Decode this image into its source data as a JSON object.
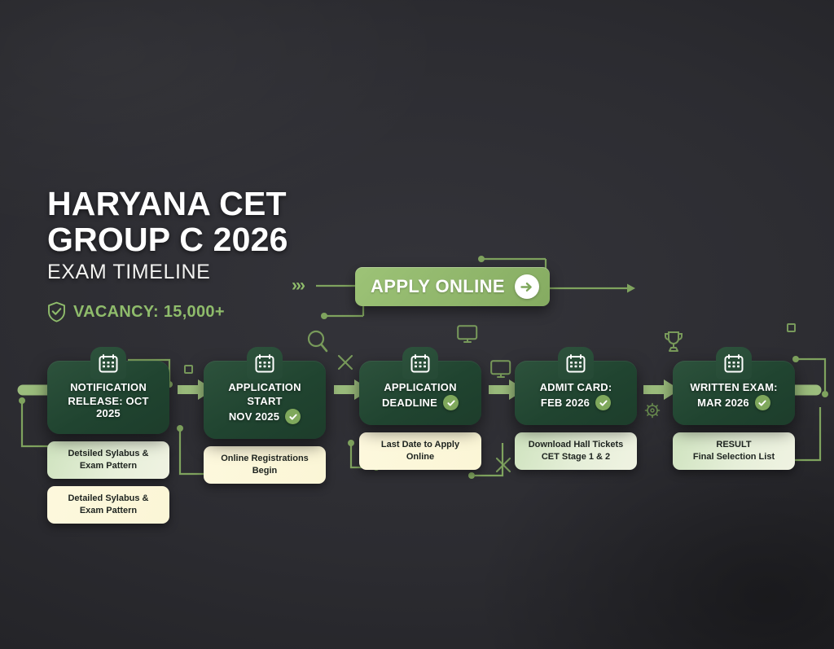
{
  "theme": {
    "background": "#2c2c31",
    "accent_green": "#8fbc6b",
    "node_dark_green": "#224631",
    "caption_mint": "#d7e8c6",
    "caption_cream": "#fbf6d6",
    "title_white": "#ffffff",
    "check_green": "#7fa85c",
    "connector_green": "#7fa35e"
  },
  "header": {
    "title_line1": "HARYANA CET",
    "title_line2": "GROUP C 2026",
    "subtitle": "EXAM TIMELINE",
    "vacancy_label": "VACANCY: 15,000+",
    "vacancy_icon": "shield-check-icon"
  },
  "apply": {
    "label": "APPLY ONLINE",
    "arrow_icon": "arrow-right-circle-icon",
    "leading_icon": "triple-chevron-right-icon"
  },
  "timeline": {
    "nodes": [
      {
        "icon": "calendar-icon",
        "title": "NOTIFICATION",
        "date": "RELEASE: OCT 2025",
        "has_check": false,
        "captions": [
          {
            "text_line1": "Detsiled Sylabus &",
            "text_line2": "Exam Pattern",
            "style": "mint"
          },
          {
            "text_line1": "Detailed Sylabus &",
            "text_line2": "Exam Pattern",
            "style": "cream"
          }
        ]
      },
      {
        "icon": "calendar-icon",
        "title": "APPLICATION START",
        "date": "NOV 2025",
        "has_check": true,
        "captions": [
          {
            "text_line1": "Online Registrations",
            "text_line2": "Begin",
            "style": "cream"
          }
        ]
      },
      {
        "icon": "calendar-icon",
        "title": "APPLICATION",
        "date": "DEADLINE",
        "has_check": true,
        "captions": [
          {
            "text_line1": "Last Date to Apply",
            "text_line2": "Online",
            "style": "cream"
          }
        ]
      },
      {
        "icon": "calendar-icon",
        "title": "ADMIT CARD:",
        "date": "FEB 2026",
        "has_check": true,
        "captions": [
          {
            "text_line1": "Download Hall Tickets",
            "text_line2": "CET Stage 1 & 2",
            "style": "mint"
          }
        ]
      },
      {
        "icon": "calendar-icon",
        "title": "WRITTEN EXAM:",
        "date": "MAR 2026",
        "has_check": true,
        "captions": [
          {
            "text_line1": "RESULT",
            "text_line2": "Final Selection List",
            "style": "mint"
          }
        ]
      }
    ]
  },
  "decorations": [
    {
      "icon": "magnifier-icon"
    },
    {
      "icon": "sparkle-cross-icon"
    },
    {
      "icon": "monitor-icon"
    },
    {
      "icon": "monitor-icon"
    },
    {
      "icon": "sparkle-cross-icon"
    },
    {
      "icon": "trophy-icon"
    },
    {
      "icon": "gear-icon"
    },
    {
      "icon": "square-outline-icon"
    },
    {
      "icon": "square-outline-icon"
    }
  ]
}
